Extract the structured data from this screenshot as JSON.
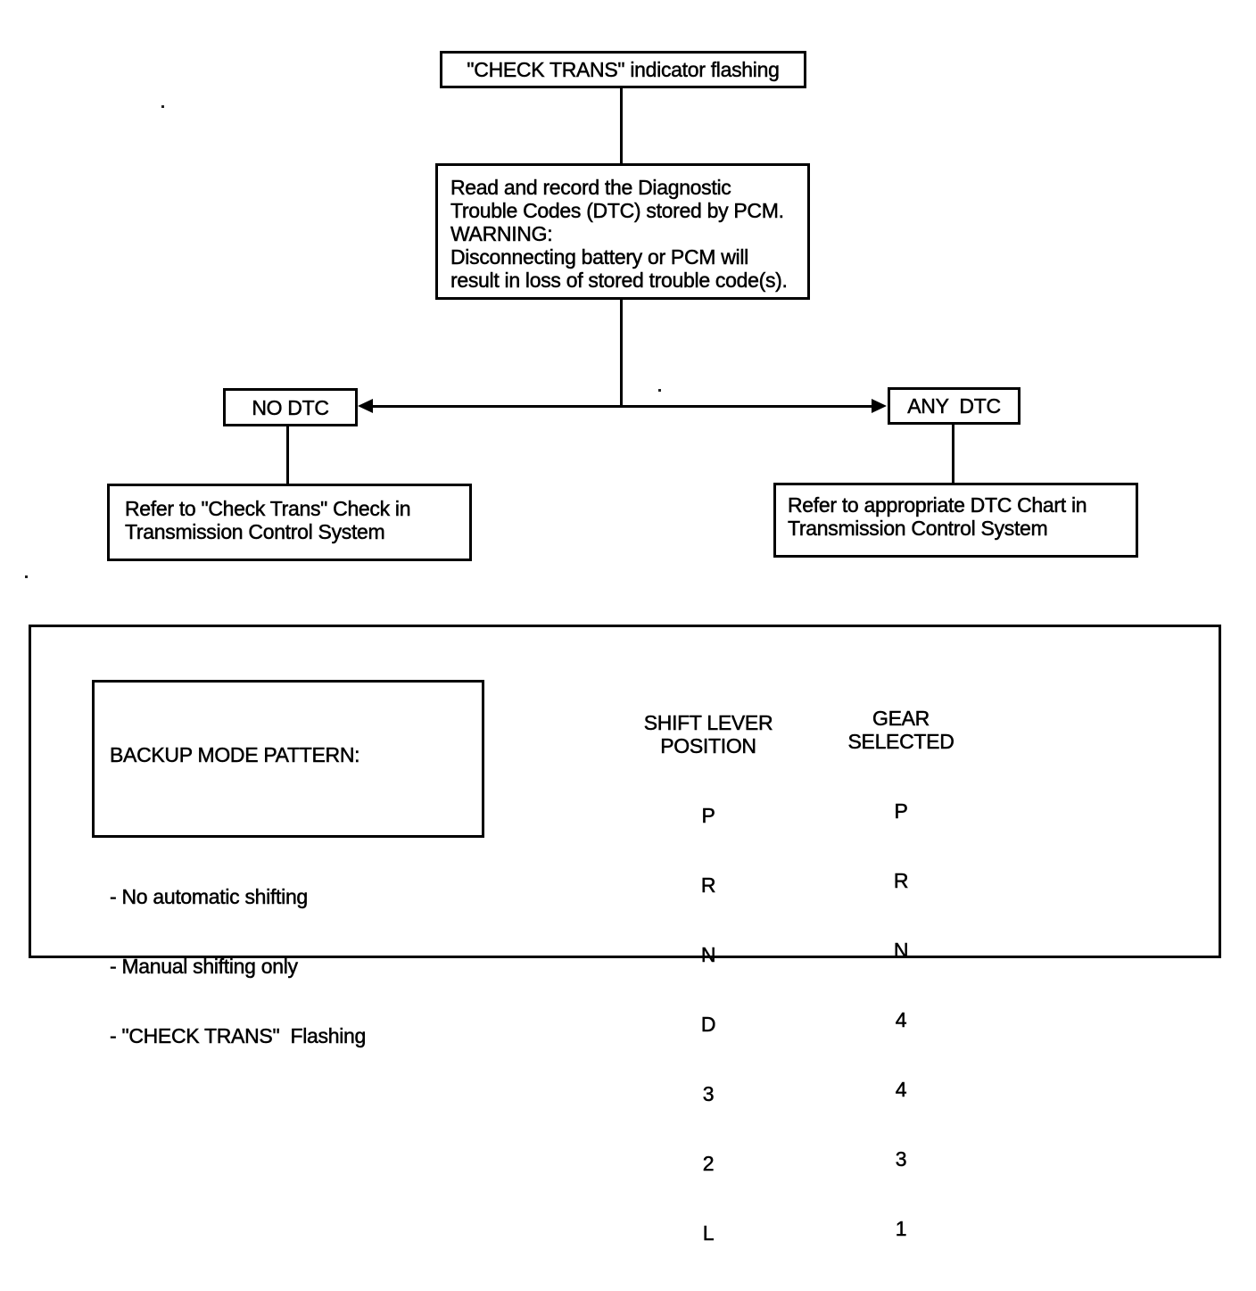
{
  "flowchart": {
    "start_box": "\"CHECK TRANS\" indicator flashing",
    "read_box": "Read and record the Diagnostic\nTrouble Codes (DTC) stored by PCM.\nWARNING:\nDisconnecting battery or PCM will\nresult in loss of stored trouble code(s).",
    "no_dtc_label": "NO DTC",
    "any_dtc_label": "ANY  DTC",
    "no_dtc_action": "Refer to \"Check Trans\" Check in\nTransmission Control System",
    "any_dtc_action": "Refer to appropriate DTC Chart in\nTransmission Control System"
  },
  "backup_mode": {
    "title": "BACKUP MODE PATTERN:",
    "items": [
      "- No automatic shifting",
      "- Manual shifting only",
      "- \"CHECK TRANS\"  Flashing"
    ]
  },
  "gear_table": {
    "col1_header": "SHIFT LEVER\nPOSITION",
    "col2_header": "GEAR\nSELECTED",
    "rows": [
      {
        "lever": "P",
        "gear": "P"
      },
      {
        "lever": "R",
        "gear": "R"
      },
      {
        "lever": "N",
        "gear": "N"
      },
      {
        "lever": "D",
        "gear": "4"
      },
      {
        "lever": "3",
        "gear": "4"
      },
      {
        "lever": "2",
        "gear": "3"
      },
      {
        "lever": "L",
        "gear": "1"
      }
    ]
  }
}
